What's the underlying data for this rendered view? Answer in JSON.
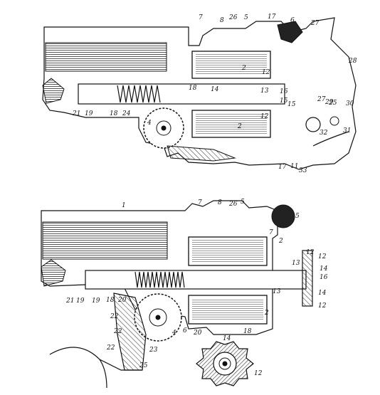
{
  "figure": {
    "top_panel": {
      "labels": [
        "7",
        "8",
        "26",
        "5",
        "17",
        "6",
        "27",
        "28",
        "2",
        "12",
        "14",
        "13",
        "16",
        "15",
        "15",
        "12",
        "2",
        "18",
        "24",
        "21",
        "19",
        "18",
        "4",
        "31",
        "25",
        "29",
        "30",
        "27",
        "32",
        "17",
        "11",
        "33"
      ]
    },
    "bottom_panel": {
      "labels": [
        "1",
        "7",
        "8",
        "26",
        "5",
        "5",
        "7",
        "2",
        "12",
        "12",
        "14",
        "13",
        "16",
        "14",
        "12",
        "13",
        "2",
        "21",
        "19",
        "19",
        "18",
        "20",
        "22",
        "4",
        "6",
        "20",
        "18",
        "22",
        "22",
        "23",
        "25",
        "14",
        "12"
      ]
    },
    "colors": {
      "ink": "#111111",
      "paper": "#ffffff",
      "hatch": "#333333"
    }
  }
}
